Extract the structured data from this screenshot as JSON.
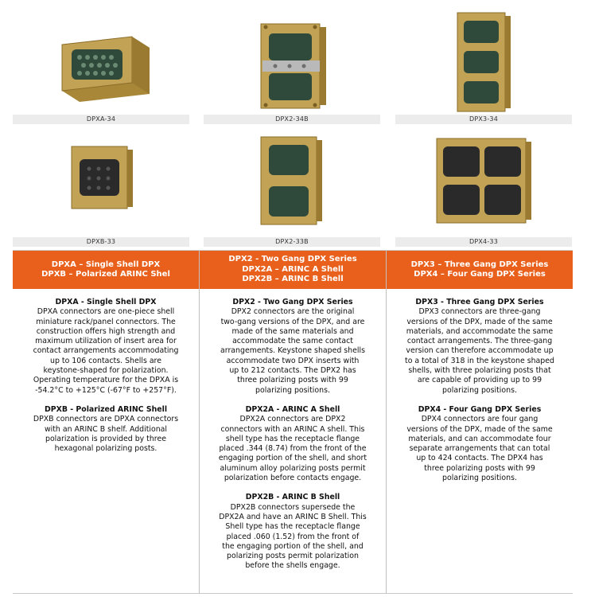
{
  "products": [
    {
      "name": "DPXA-34"
    },
    {
      "name": "DPX2-34B"
    },
    {
      "name": "DPX3-34"
    },
    {
      "name": "DPXB-33"
    },
    {
      "name": "DPX2-33B"
    },
    {
      "name": "DPX4-33"
    }
  ],
  "colors": {
    "header": "#e8601c",
    "brass": "#c2a255",
    "insert": "#2f4a3a"
  },
  "columns": [
    {
      "header": [
        "DPXA – Single Shell DPX",
        "DPXB – Polarized ARINC Shel"
      ],
      "sections": [
        {
          "title": "DPXA - Single Shell DPX",
          "lines": [
            "DPXA connectors are one-piece shell",
            "miniature rack/panel connectors. The",
            "construction offers high strength and",
            "maximum utilization of insert area for",
            "contact arrangements accommodating",
            "up to 106 contacts. Shells are",
            "keystone-shaped for polarization.",
            "Operating temperature for the DPXA is",
            "-54.2°C to +125°C (-67°F to +257°F)."
          ]
        },
        {
          "title": "DPXB - Polarized ARINC Shell",
          "lines": [
            "DPXB connectors are DPXA connectors",
            "with an ARINC B shelf. Additional",
            "polarization is provided by three",
            "hexagonal polarizing posts."
          ]
        }
      ]
    },
    {
      "header": [
        "DPX2 - Two Gang DPX Series",
        "DPX2A – ARINC A Shell",
        "DPX2B – ARINC B Shell"
      ],
      "sections": [
        {
          "title": "DPX2 - Two Gang DPX Series",
          "lines": [
            "DPX2 connectors are the original",
            "two-gang versions of the DPX, and are",
            "made of the same materials and",
            "accommodate the same contact",
            "arrangements. Keystone shaped shells",
            "accommodate two DPX inserts with",
            "up to 212 contacts. The DPX2 has",
            "three polarizing posts with 99",
            "polarizing positions."
          ]
        },
        {
          "title": "DPX2A - ARINC A Shell",
          "lines": [
            "DPX2A connectors are DPX2",
            "connectors with an ARINC A shell. This",
            "shell type has the receptacle flange",
            "placed .344 (8.74) from the front of the",
            "engaging portion of the shell, and short",
            "aluminum alloy polarizing posts permit",
            "polarization before contacts engage."
          ]
        },
        {
          "title": "DPX2B - ARINC B Shell",
          "lines": [
            "DPX2B connectors supersede the",
            "DPX2A and have an ARINC B Shell. This",
            "Shell type has the receptacle flange",
            "placed .060 (1.52) from the front of",
            "the engaging portion of the shell, and",
            "polarizing posts permit polarization",
            "before the shells engage."
          ]
        }
      ]
    },
    {
      "header": [
        "DPX3 – Three Gang DPX Series",
        "DPX4 – Four Gang DPX Series"
      ],
      "sections": [
        {
          "title": "DPX3 - Three Gang DPX Series",
          "lines": [
            "DPX3 connectors are three-gang",
            "versions of the DPX, made of the same",
            "materials, and accommodate the same",
            "contact arrangements. The three-gang",
            "version can therefore accommodate up",
            "to a total of 318 in the keystone shaped",
            "shells, with three polarizing posts that",
            "are capable of providing up to 99",
            "polarizing positions."
          ]
        },
        {
          "title": "DPX4 - Four Gang DPX Series",
          "lines": [
            "DPX4 connectors are four gang",
            "versions of the DPX, made of the same",
            "materials, and can accommodate four",
            "separate arrangements that can total",
            "up to 424 contacts. The DPX4 has",
            "three polarizing posts with 99",
            "polarizing positions."
          ]
        }
      ]
    }
  ]
}
